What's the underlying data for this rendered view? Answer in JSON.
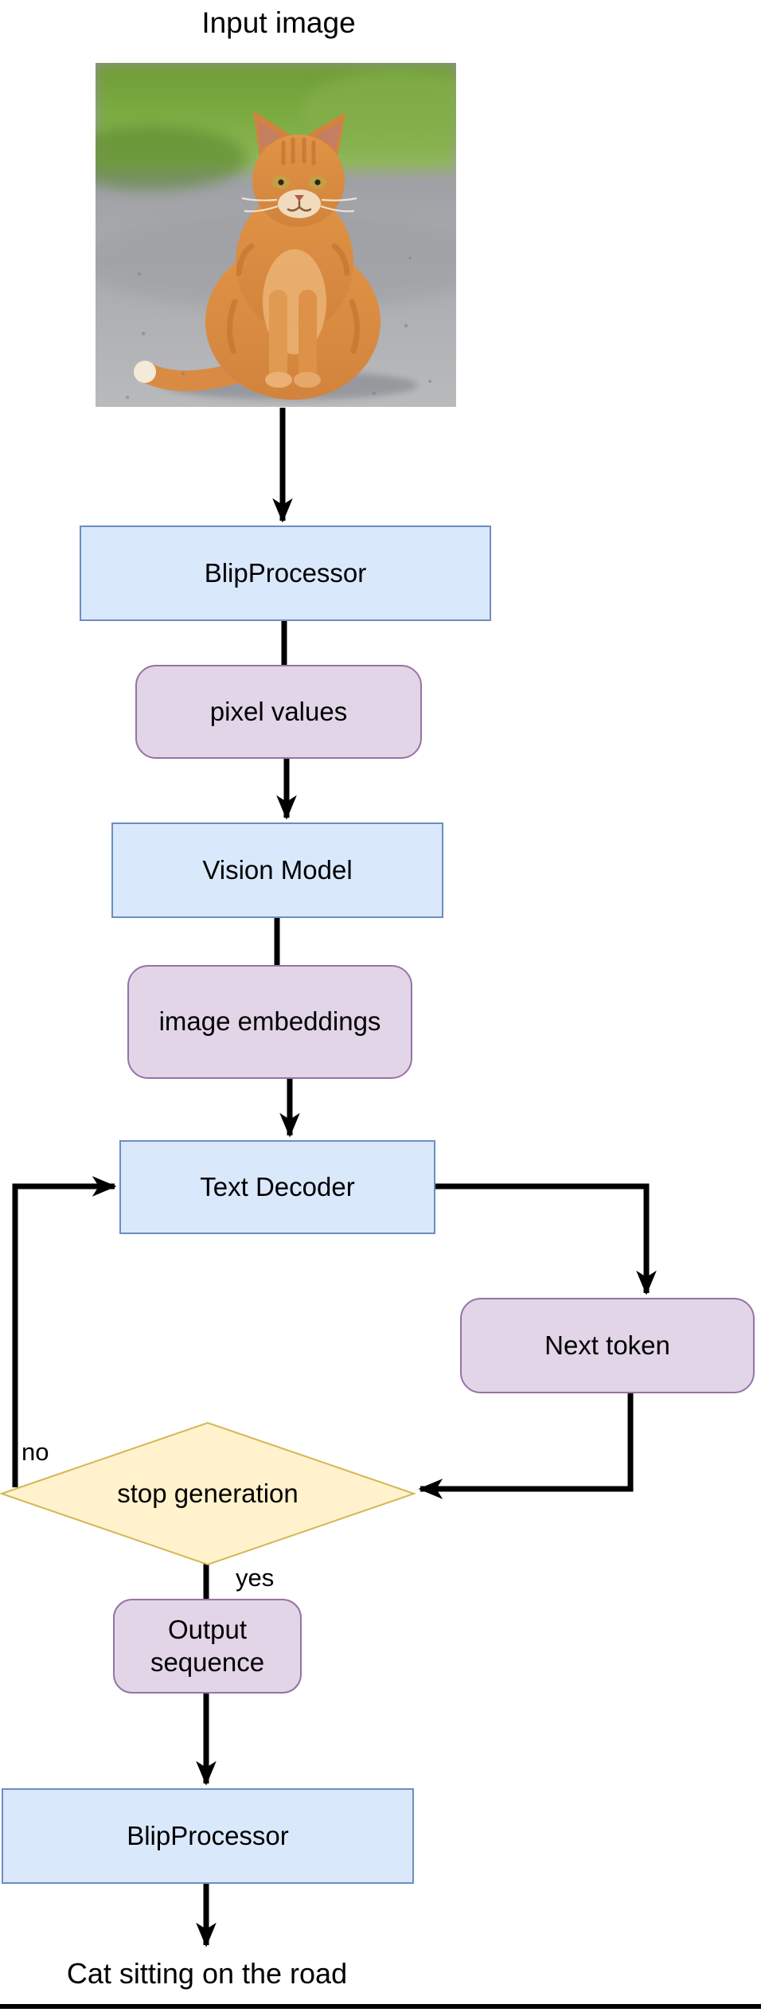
{
  "diagram": {
    "title": "Input image",
    "result_caption": "Cat sitting on the road",
    "nodes": {
      "blip_processor_top": {
        "label": "BlipProcessor",
        "type": "process"
      },
      "pixel_values": {
        "label": "pixel values",
        "type": "data"
      },
      "vision_model": {
        "label": "Vision Model",
        "type": "process"
      },
      "image_embeddings": {
        "label": "image embeddings",
        "type": "data"
      },
      "text_decoder": {
        "label": "Text Decoder",
        "type": "process"
      },
      "next_token": {
        "label": "Next token",
        "type": "data"
      },
      "stop_generation": {
        "label": "stop generation",
        "type": "decision"
      },
      "output_sequence": {
        "label": "Output sequence",
        "type": "data"
      },
      "blip_processor_bottom": {
        "label": "BlipProcessor",
        "type": "process"
      }
    },
    "edge_labels": {
      "no": "no",
      "yes": "yes"
    },
    "input_photo": {
      "icon": "cat-photo",
      "description": "orange tabby cat sitting on an asphalt road with green grass behind"
    },
    "colors": {
      "process_fill": "#dae8fc",
      "process_stroke": "#6c8ebf",
      "data_fill": "#e1d5e7",
      "data_stroke": "#9673a6",
      "decision_fill": "#fff2cc",
      "decision_stroke": "#d6b656",
      "arrow": "#000000",
      "text": "#000000",
      "background": "#ffffff"
    }
  }
}
